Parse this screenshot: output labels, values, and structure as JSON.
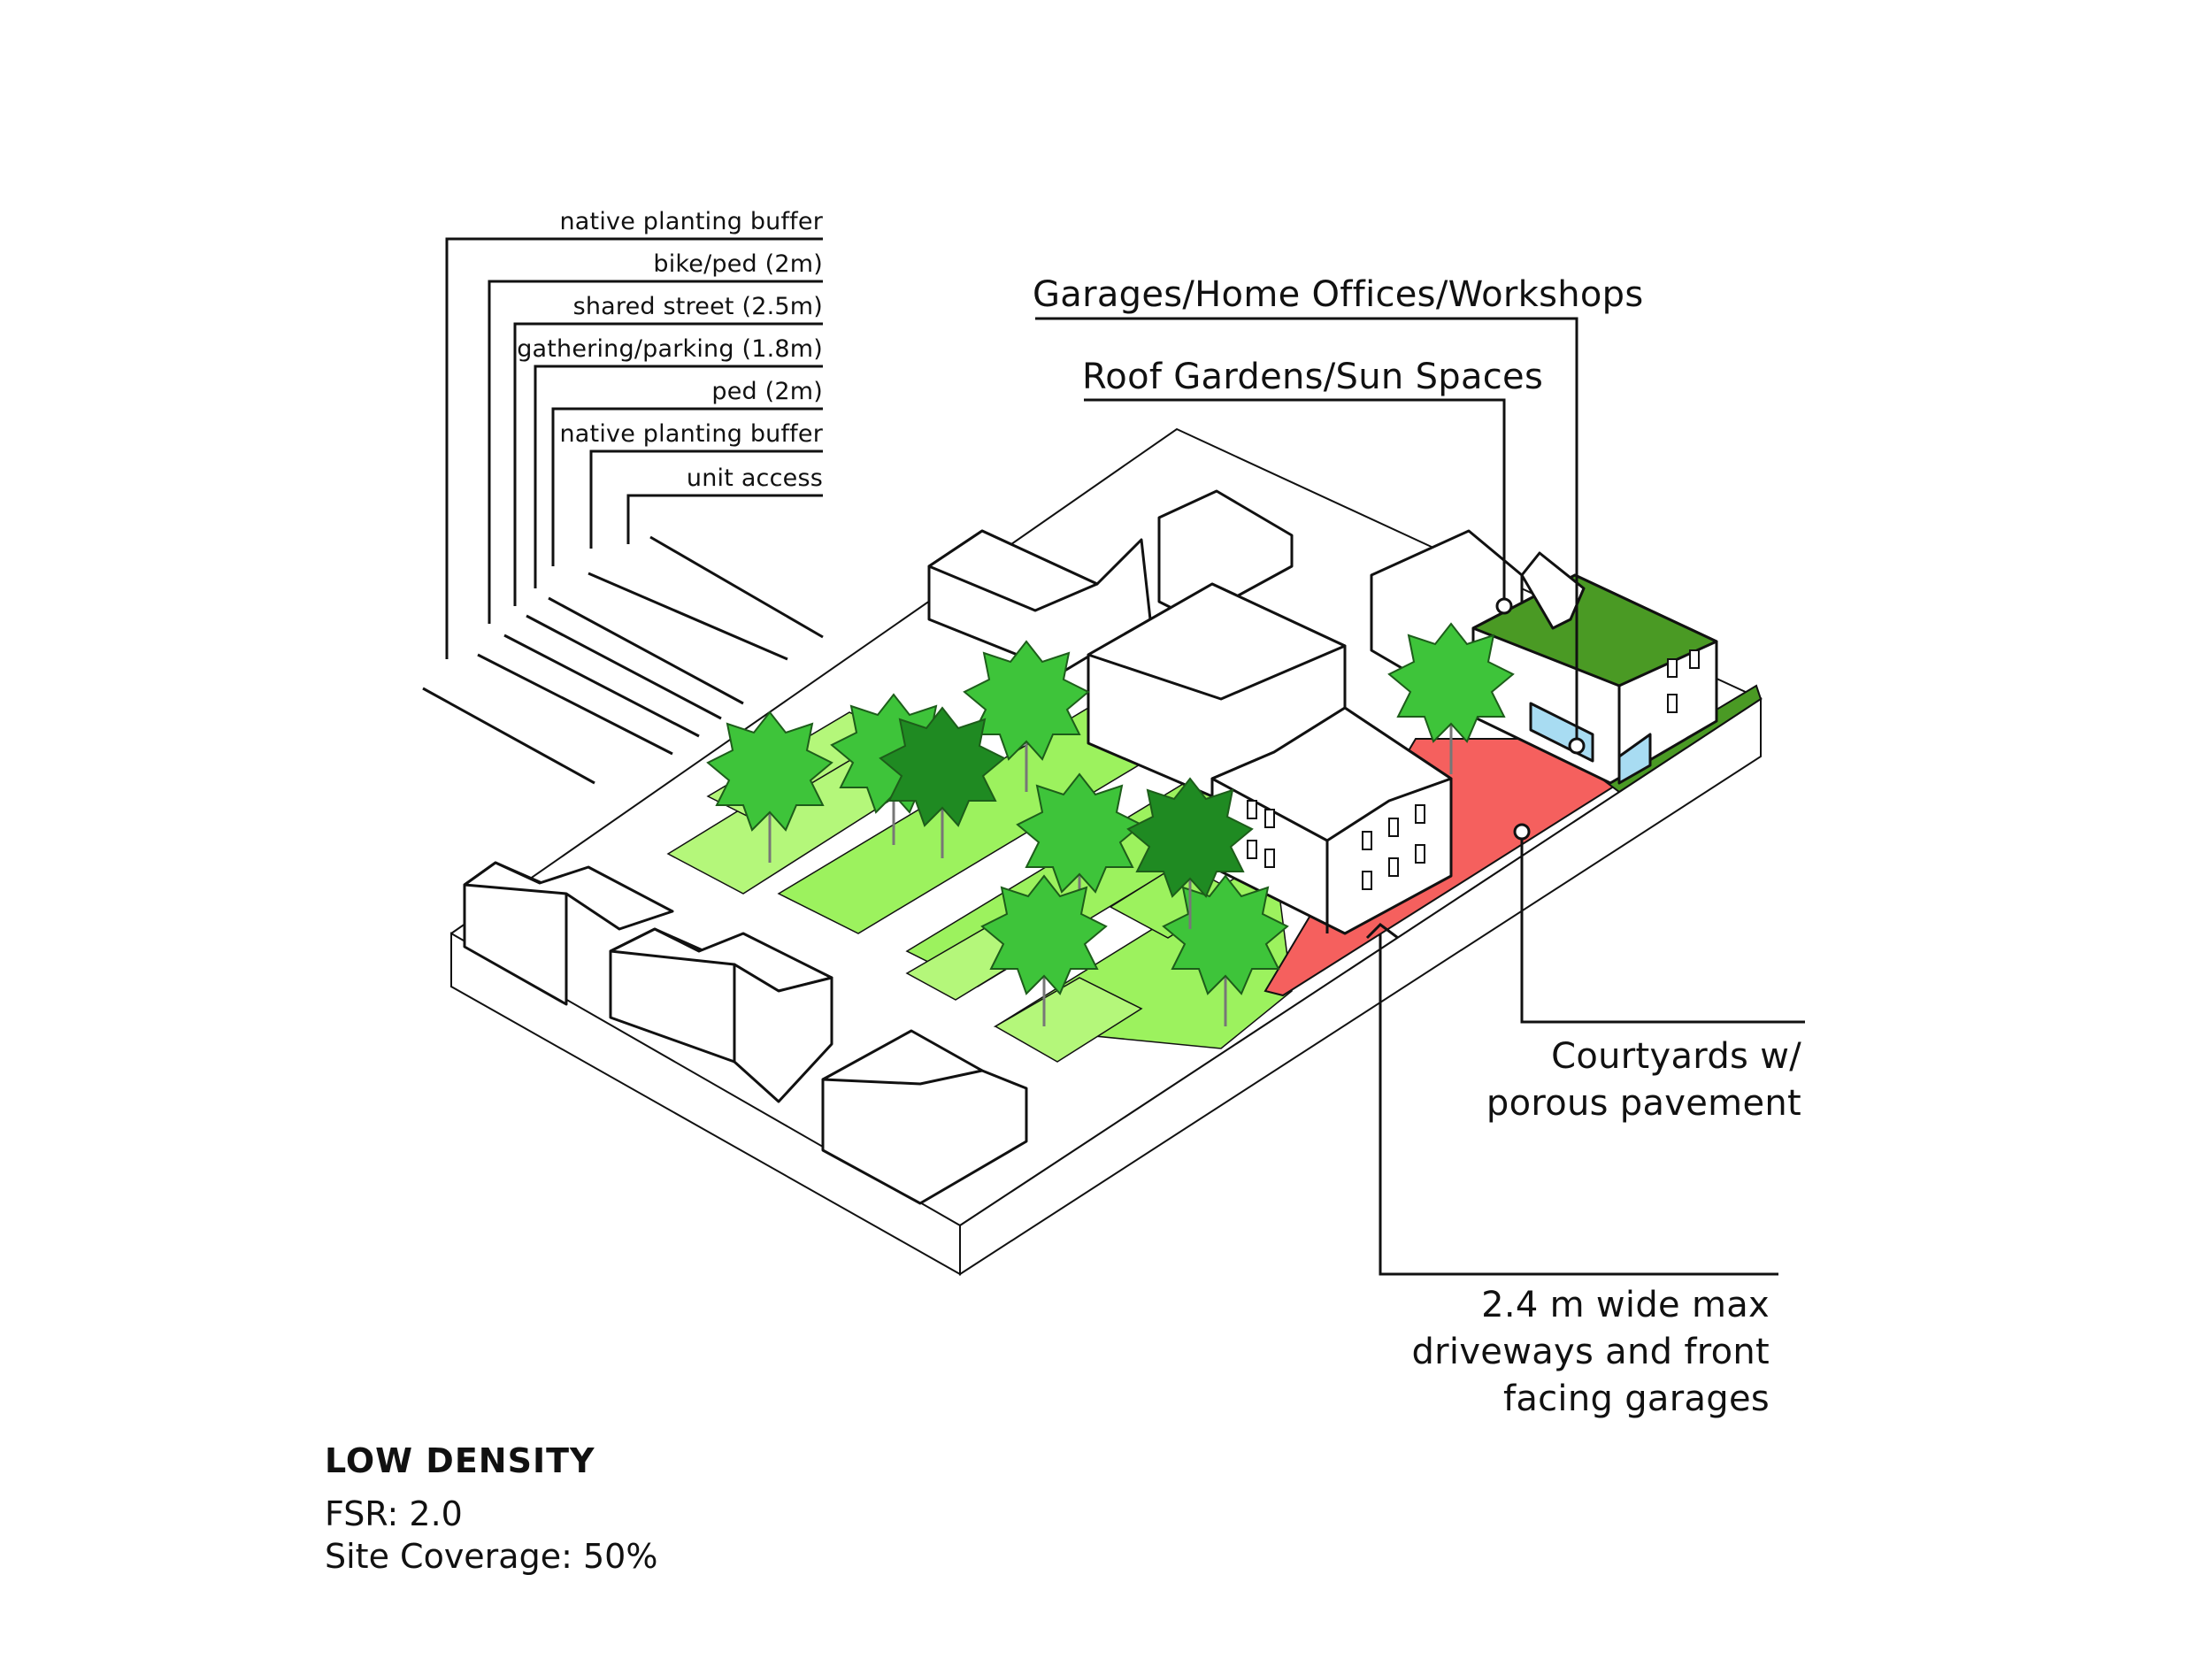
{
  "street_section_labels": [
    "native planting buffer",
    "bike/ped (2m)",
    "shared street (2.5m)",
    "gathering/parking (1.8m)",
    "ped (2m)",
    "native planting buffer",
    "unit access"
  ],
  "callouts": {
    "garages": "Garages/Home Offices/Workshops",
    "roof_gardens": "Roof Gardens/Sun Spaces",
    "courtyards_line1": "Courtyards w/",
    "courtyards_line2": "porous pavement",
    "driveways_line1": "2.4 m wide max",
    "driveways_line2": "driveways and front",
    "driveways_line3": "facing garages"
  },
  "summary": {
    "title": "LOW DENSITY",
    "fsr": "FSR: 2.0",
    "site_coverage": "Site Coverage: 50%"
  },
  "colors": {
    "lawn": "#9cf25e",
    "lawn_light": "#b4f77a",
    "tree": "#3ec43a",
    "tree_dark": "#1f8a22",
    "green_roof": "#4a9a24",
    "courtyard_pavement": "#f5605e",
    "glazing": "#a8dcf2",
    "linework": "#111111"
  }
}
